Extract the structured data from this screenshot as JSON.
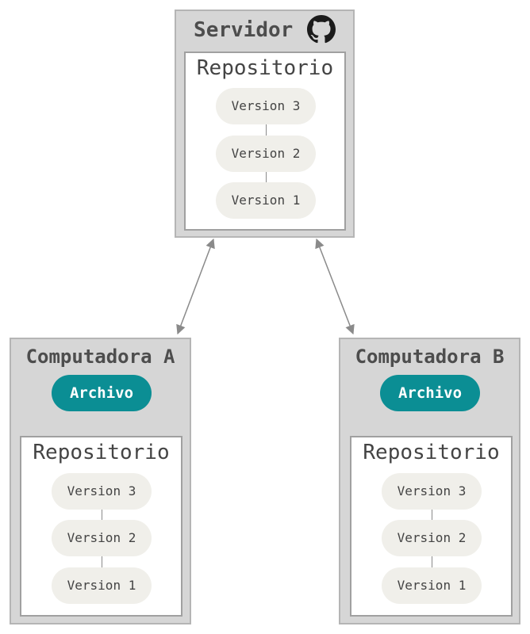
{
  "server": {
    "title": "Servidor",
    "icon": "github-icon",
    "repo": {
      "title": "Repositorio",
      "versions": [
        "Version 3",
        "Version 2",
        "Version 1"
      ]
    }
  },
  "computer_a": {
    "title": "Computadora A",
    "file": "Archivo",
    "repo": {
      "title": "Repositorio",
      "versions": [
        "Version 3",
        "Version 2",
        "Version 1"
      ]
    }
  },
  "computer_b": {
    "title": "Computadora B",
    "file": "Archivo",
    "repo": {
      "title": "Repositorio",
      "versions": [
        "Version 3",
        "Version 2",
        "Version 1"
      ]
    }
  },
  "colors": {
    "box_fill": "#d6d6d6",
    "file_fill": "#0b8e94",
    "version_fill": "#f0efea",
    "arrow": "#8a8a8a"
  }
}
